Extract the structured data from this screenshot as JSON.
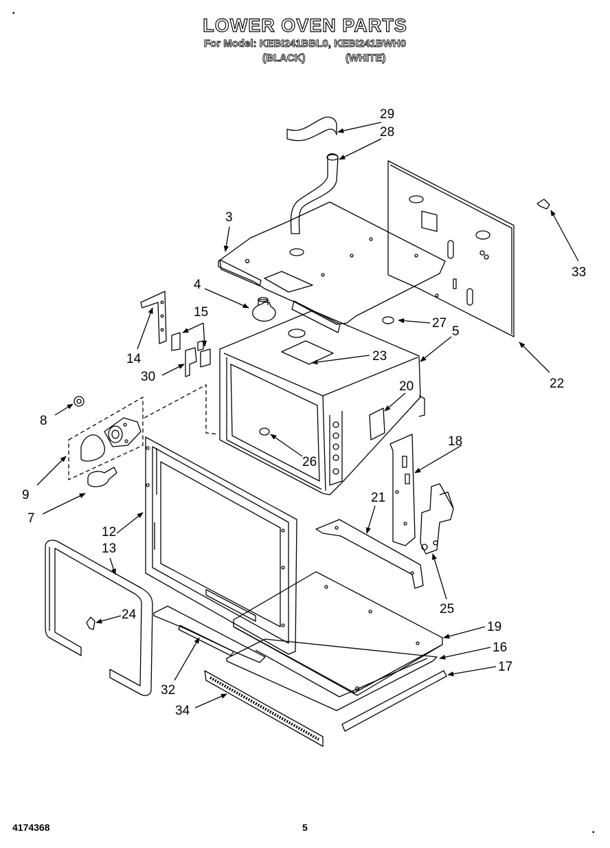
{
  "header": {
    "title": "LOWER OVEN PARTS",
    "model_line": "For Model: KEBI241BBL0, KEBI241BWH0",
    "variant_black": "(BLACK)",
    "variant_white": "(WHITE)"
  },
  "callouts": [
    {
      "id": "c29",
      "text": "29"
    },
    {
      "id": "c28",
      "text": "28"
    },
    {
      "id": "c3",
      "text": "3"
    },
    {
      "id": "c33",
      "text": "33"
    },
    {
      "id": "c4",
      "text": "4"
    },
    {
      "id": "c15",
      "text": "15"
    },
    {
      "id": "c27",
      "text": "27"
    },
    {
      "id": "c5",
      "text": "5"
    },
    {
      "id": "c14",
      "text": "14"
    },
    {
      "id": "c23",
      "text": "23"
    },
    {
      "id": "c22",
      "text": "22"
    },
    {
      "id": "c30",
      "text": "30"
    },
    {
      "id": "c20",
      "text": "20"
    },
    {
      "id": "c8",
      "text": "8"
    },
    {
      "id": "c18",
      "text": "18"
    },
    {
      "id": "c26",
      "text": "26"
    },
    {
      "id": "c9",
      "text": "9"
    },
    {
      "id": "c21",
      "text": "21"
    },
    {
      "id": "c7",
      "text": "7"
    },
    {
      "id": "c12",
      "text": "12"
    },
    {
      "id": "c13",
      "text": "13"
    },
    {
      "id": "c25",
      "text": "25"
    },
    {
      "id": "c24",
      "text": "24"
    },
    {
      "id": "c19",
      "text": "19"
    },
    {
      "id": "c16",
      "text": "16"
    },
    {
      "id": "c17",
      "text": "17"
    },
    {
      "id": "c32",
      "text": "32"
    },
    {
      "id": "c34",
      "text": "34"
    }
  ],
  "footer": {
    "doc_number": "4174368",
    "page_number": "5"
  }
}
